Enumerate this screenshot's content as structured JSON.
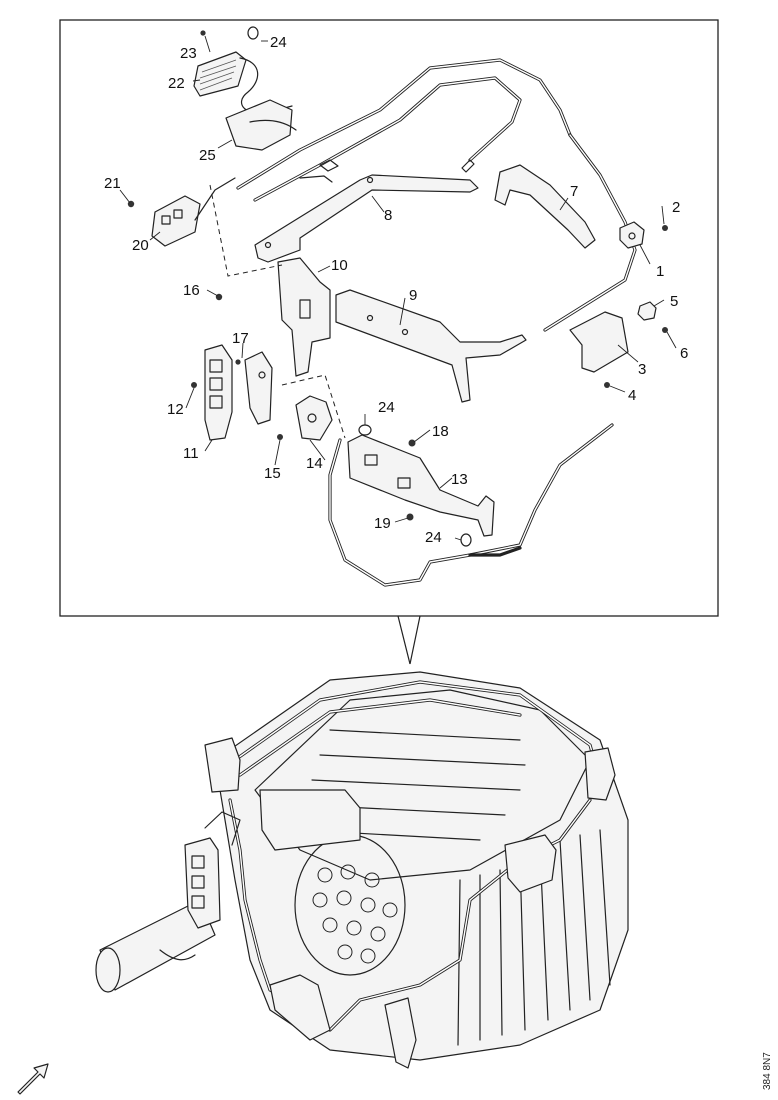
{
  "diagram": {
    "callouts": [
      {
        "id": "c1",
        "label": "1"
      },
      {
        "id": "c2",
        "label": "2"
      },
      {
        "id": "c3",
        "label": "3"
      },
      {
        "id": "c4",
        "label": "4"
      },
      {
        "id": "c5",
        "label": "5"
      },
      {
        "id": "c6",
        "label": "6"
      },
      {
        "id": "c7",
        "label": "7"
      },
      {
        "id": "c8",
        "label": "8"
      },
      {
        "id": "c9",
        "label": "9"
      },
      {
        "id": "c10",
        "label": "10"
      },
      {
        "id": "c11",
        "label": "11"
      },
      {
        "id": "c12",
        "label": "12"
      },
      {
        "id": "c13",
        "label": "13"
      },
      {
        "id": "c14",
        "label": "14"
      },
      {
        "id": "c15",
        "label": "15"
      },
      {
        "id": "c16",
        "label": "16"
      },
      {
        "id": "c17",
        "label": "17"
      },
      {
        "id": "c18",
        "label": "18"
      },
      {
        "id": "c19",
        "label": "19"
      },
      {
        "id": "c20",
        "label": "20"
      },
      {
        "id": "c21",
        "label": "21"
      },
      {
        "id": "c22",
        "label": "22"
      },
      {
        "id": "c23",
        "label": "23"
      },
      {
        "id": "c24a",
        "label": "24"
      },
      {
        "id": "c24b",
        "label": "24"
      },
      {
        "id": "c24c",
        "label": "24"
      },
      {
        "id": "c25",
        "label": "25"
      }
    ],
    "figure_code": "384 8N7"
  }
}
